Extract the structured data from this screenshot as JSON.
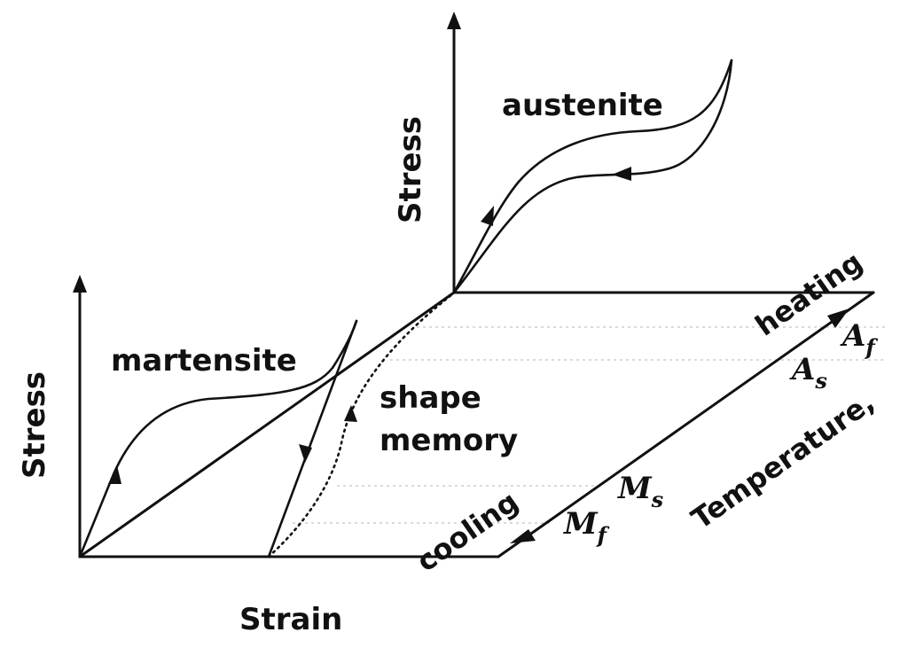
{
  "labels": {
    "austenite": "austenite",
    "martensite": "martensite",
    "stress_upper": "Stress",
    "stress_lower": "Stress",
    "strain": "Strain",
    "shape_memory_line1": "shape",
    "shape_memory_line2": "memory",
    "heating": "heating",
    "cooling": "cooling",
    "temperature": "Temperature,"
  },
  "temperatures": {
    "Af": {
      "base": "A",
      "sub": "f"
    },
    "As": {
      "base": "A",
      "sub": "s"
    },
    "Ms": {
      "base": "M",
      "sub": "s"
    },
    "Mf": {
      "base": "M",
      "sub": "f"
    }
  },
  "colors": {
    "ink": "#111111",
    "guide": "#c4c4c4",
    "background": "#ffffff"
  }
}
